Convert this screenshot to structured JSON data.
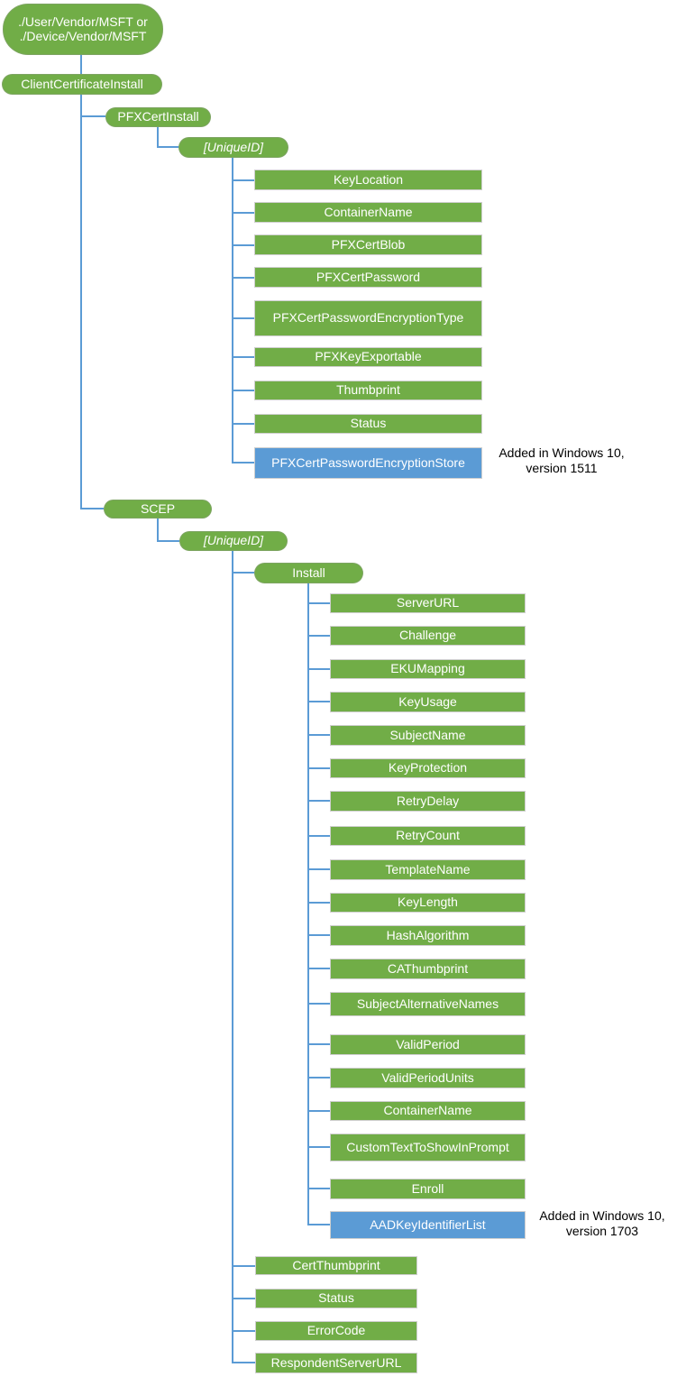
{
  "colors": {
    "node-green": "#71AD47",
    "node-blue": "#5B9BD5",
    "node-border": "#CFCFCF",
    "connector": "#5B9BD5",
    "node-text": "#FFFFFF",
    "annotation-text": "#000000"
  },
  "tree": {
    "root": {
      "line1": "./User/Vendor/MSFT or",
      "line2": "./Device/Vendor/MSFT"
    },
    "client_certificate_install": "ClientCertificateInstall",
    "pfx_cert_install": {
      "label": "PFXCertInstall",
      "unique_id": "[UniqueID]",
      "children": [
        "KeyLocation",
        "ContainerName",
        "PFXCertBlob",
        "PFXCertPassword",
        "PFXCertPasswordEncryptionType",
        "PFXKeyExportable",
        "Thumbprint",
        "Status"
      ],
      "added_node": {
        "label": "PFXCertPasswordEncryptionStore",
        "note_line1": "Added in Windows 10,",
        "note_line2": "version 1511"
      }
    },
    "scep": {
      "label": "SCEP",
      "unique_id": "[UniqueID]",
      "install": {
        "label": "Install",
        "children": [
          "ServerURL",
          "Challenge",
          "EKUMapping",
          "KeyUsage",
          "SubjectName",
          "KeyProtection",
          "RetryDelay",
          "RetryCount",
          "TemplateName",
          "KeyLength",
          "HashAlgorithm",
          "CAThumbprint",
          "SubjectAlternativeNames",
          "ValidPeriod",
          "ValidPeriodUnits",
          "ContainerName",
          "CustomTextToShowInPrompt",
          "Enroll"
        ],
        "added_node": {
          "label": "AADKeyIdentifierList",
          "note_line1": "Added in Windows 10,",
          "note_line2": "version 1703"
        }
      },
      "children": [
        "CertThumbprint",
        "Status",
        "ErrorCode",
        "RespondentServerURL"
      ]
    }
  }
}
